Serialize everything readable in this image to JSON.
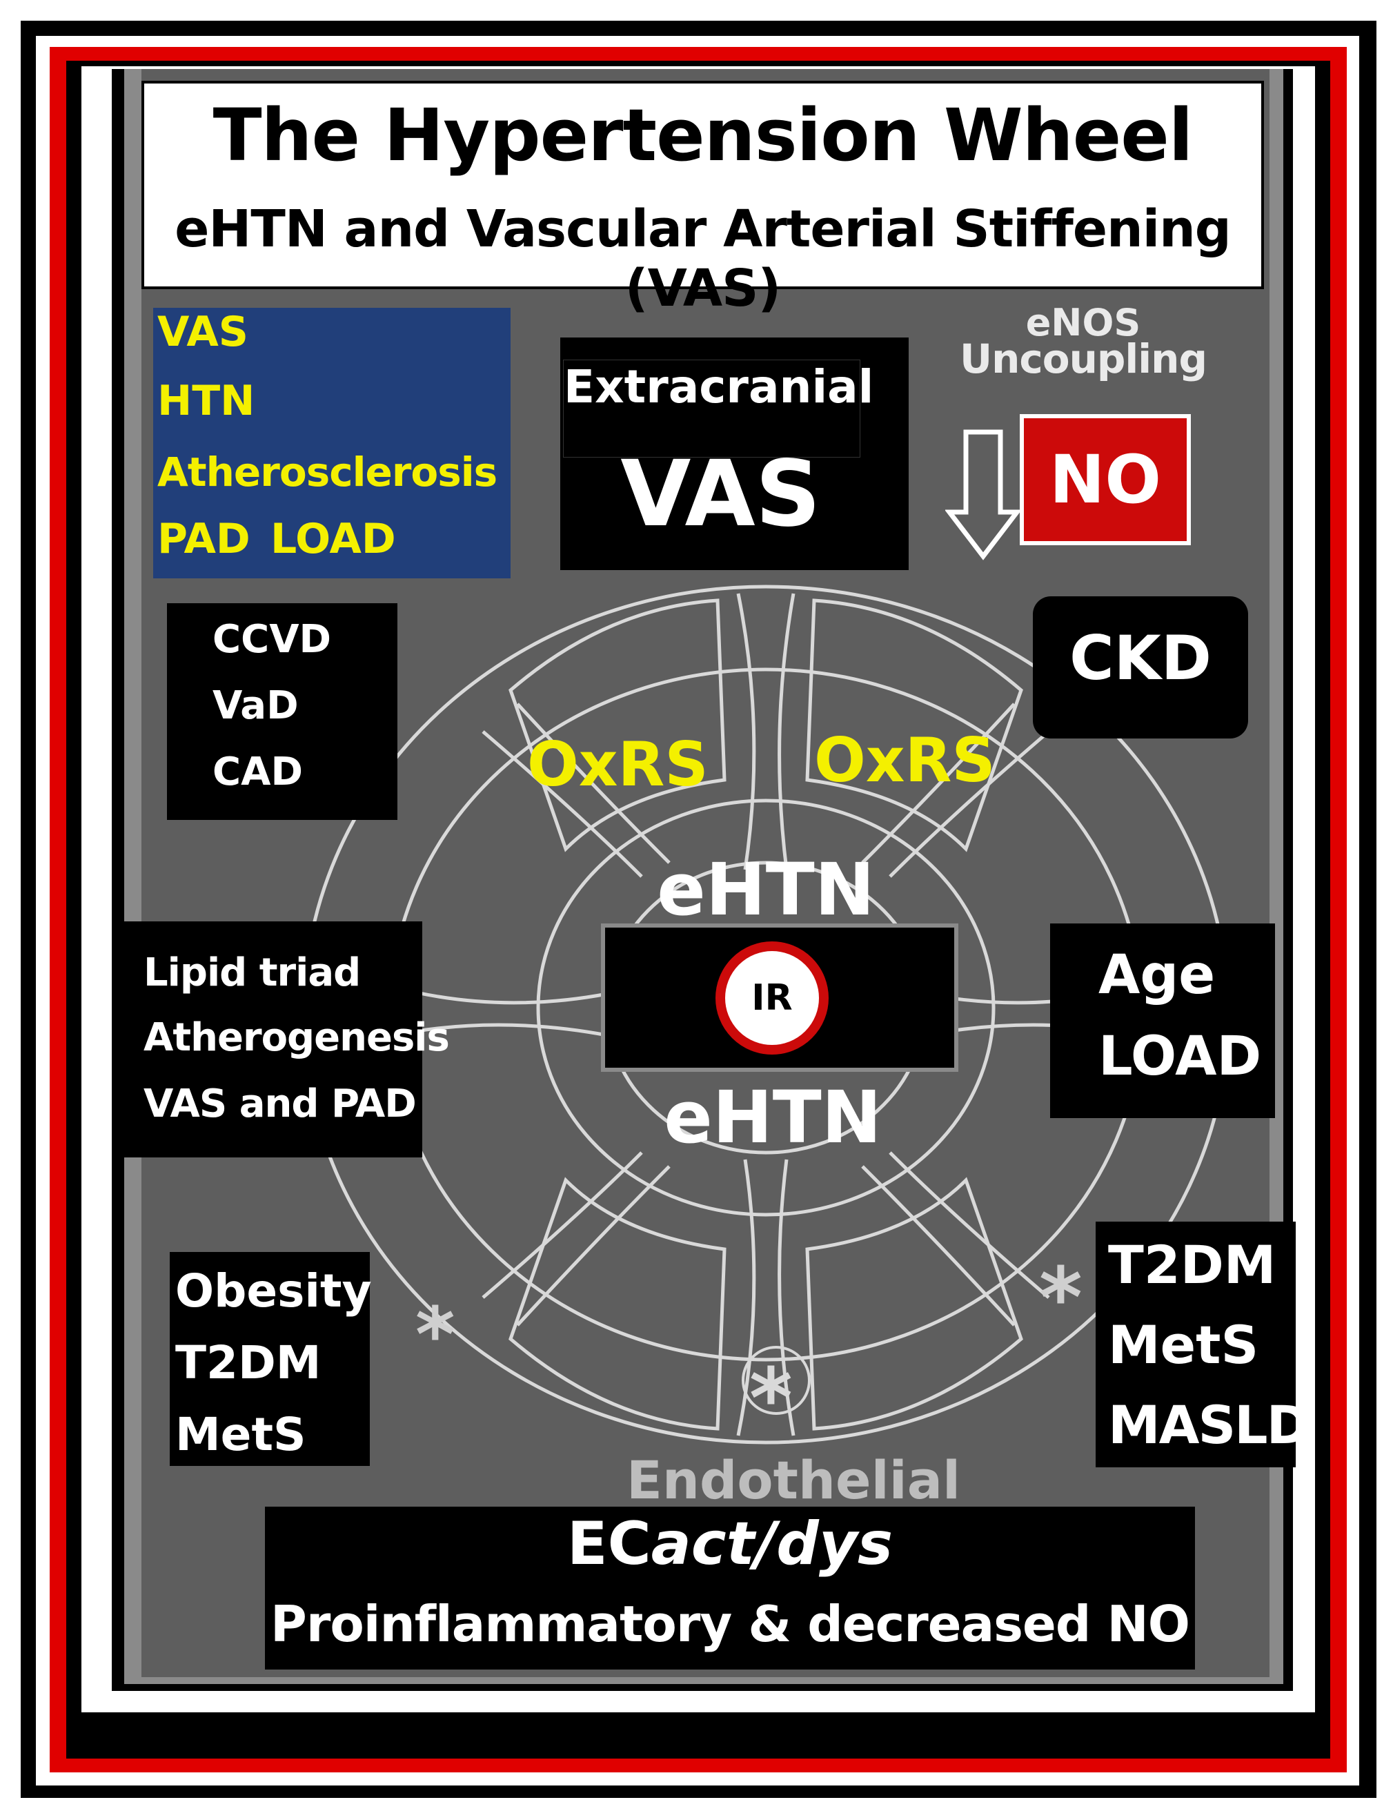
{
  "title": "The Hypertension Wheel",
  "subtitle": "eHTN and Vascular Arterial Stiffening (VAS)",
  "colors": {
    "frame_red": "#e00000",
    "frame_black": "#000000",
    "panel_gray": "#5e5e5e",
    "label_yellow": "#f4f000",
    "no_red": "#cc0a0a",
    "vas_box_blue": "#213f7a"
  },
  "top_left_box": {
    "lines": [
      "VAS",
      "HTN",
      "Atherosclerosis"
    ],
    "last_line_a": "PAD",
    "last_line_b": "LOAD"
  },
  "center_top_box": {
    "small": "Extracranial",
    "large": "VAS"
  },
  "enos": {
    "line1": "eNOS",
    "line2": "Uncoupling",
    "no_label": "NO",
    "arrow_icon": "down-arrow-icon"
  },
  "ccvd_box": {
    "lines": [
      "CCVD",
      "VaD",
      "CAD"
    ]
  },
  "ckd_box": {
    "label": "CKD"
  },
  "oxrs_left": "OxRS",
  "oxrs_right": "OxRS",
  "ehtn_top": "eHTN",
  "ehtn_bottom": "eHTN",
  "ir_label": "IR",
  "lipid_box": {
    "lines": [
      "Lipid triad",
      "Atherogenesis",
      "VAS and PAD"
    ]
  },
  "age_box": {
    "lines": [
      "Age",
      "LOAD"
    ]
  },
  "obesity_box": {
    "lines": [
      "Obesity",
      "T2DM",
      "MetS"
    ]
  },
  "t2dm_box": {
    "lines": [
      "T2DM",
      "MetS",
      "MASLD"
    ]
  },
  "endothelial_label": "Endothelial",
  "bottom_box": {
    "prefix": "EC",
    "italic": "act/dys",
    "line2": "Proinflammatory & decreased NO"
  },
  "asterisk": "*"
}
